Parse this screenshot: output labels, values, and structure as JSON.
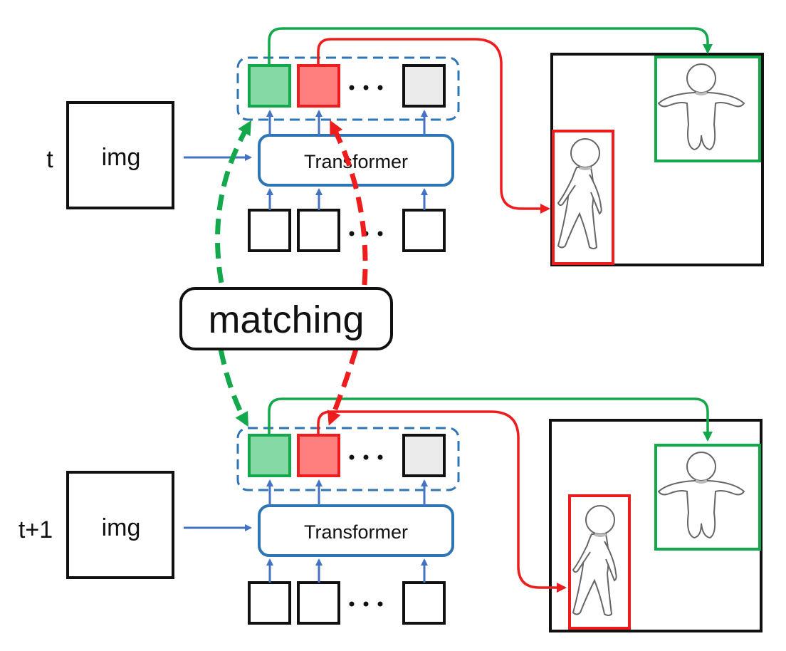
{
  "frames": [
    {
      "time_label": "t",
      "input_label": "img",
      "encoder_label": "Transformer"
    },
    {
      "time_label": "t+1",
      "input_label": "img",
      "encoder_label": "Transformer"
    }
  ],
  "matching_label": "matching",
  "colors": {
    "blue": "#2E75B6",
    "green": "#12A84B",
    "red": "#EE1C1C",
    "query_green": "#85D9A4",
    "query_red": "#FF7F7F",
    "query_gray": "#EBEBEB",
    "arrow_blue": "#4472C4"
  },
  "icons": [
    "person-front-icon",
    "person-walking-icon",
    "ellipsis-icon"
  ]
}
